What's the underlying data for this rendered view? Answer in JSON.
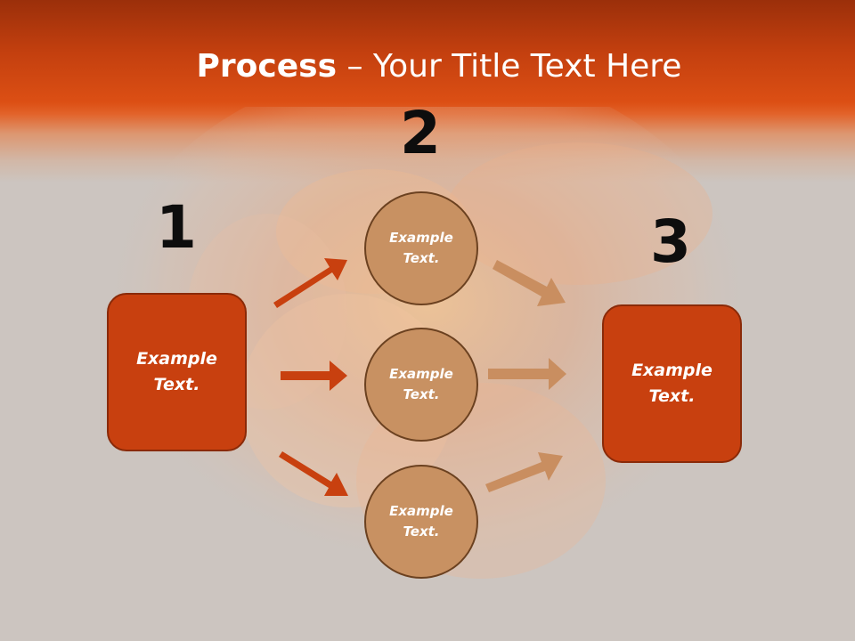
{
  "title": {
    "bold": "Process",
    "separator": "–",
    "rest": "Your Title Text Here"
  },
  "steps": {
    "one": "1",
    "two": "2",
    "three": "3"
  },
  "left_box": {
    "line1": "Example",
    "line2": "Text."
  },
  "right_box": {
    "line1": "Example",
    "line2": "Text."
  },
  "circles": [
    {
      "line1": "Example",
      "line2": "Text."
    },
    {
      "line1": "Example",
      "line2": "Text."
    },
    {
      "line1": "Example",
      "line2": "Text."
    }
  ],
  "colors": {
    "header": "#dc4f14",
    "box_fill": "#c8400f",
    "circle_fill": "#c89162",
    "left_arrow": "#c8400f",
    "right_arrow": "#c98e60"
  }
}
